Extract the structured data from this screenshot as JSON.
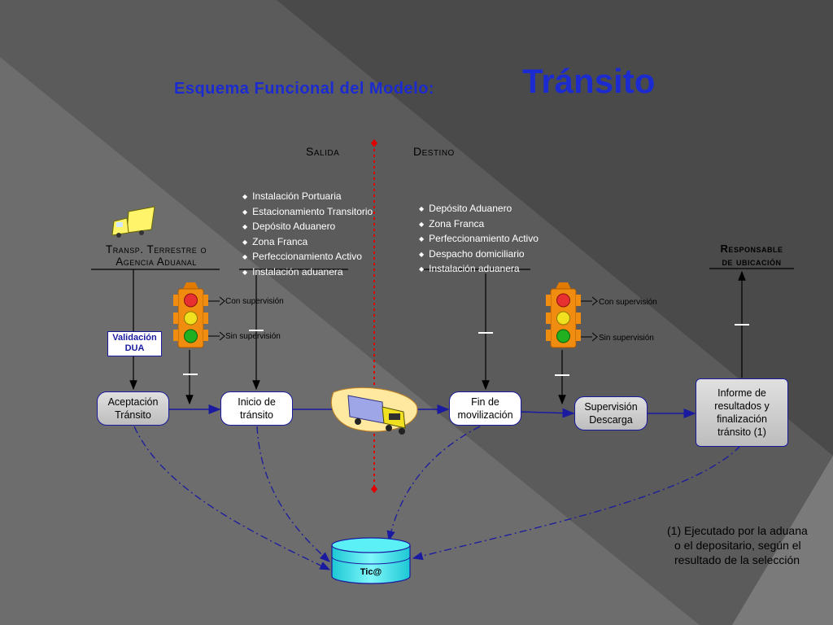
{
  "title": {
    "subtitle": "Esquema Funcional del Modelo:",
    "main": "Tránsito"
  },
  "headers": {
    "salida": "Salida",
    "destino": "Destino",
    "responsable": [
      "Responsable",
      "de ubicación"
    ]
  },
  "origin": {
    "label_lines": [
      "Transp. Terrestre o",
      "Agencia Aduanal"
    ],
    "truck_icon": "small-truck-icon"
  },
  "salida_list": [
    "Instalación Portuaria",
    "Estacionamiento Transitorio",
    "Depósito Aduanero",
    "Zona Franca",
    "Perfeccionamiento Activo",
    "Instalación aduanera"
  ],
  "destino_list": [
    "Depósito Aduanero",
    "Zona Franca",
    "Perfeccionamiento Activo",
    "Despacho domiciliario",
    "Instalación aduanera"
  ],
  "semaphore_labels": {
    "con": "Con supervisión",
    "sin": "Sin supervisión"
  },
  "validation_badge": [
    "Validación",
    "DUA"
  ],
  "nodes": {
    "aceptacion": [
      "Aceptación",
      "Tránsito"
    ],
    "inicio": [
      "Inicio de",
      "tránsito"
    ],
    "fin": [
      "Fin de",
      "movilización"
    ],
    "supervision": [
      "Supervisión",
      "Descarga"
    ],
    "informe": [
      "Informe de",
      "resultados y",
      "finalización",
      "tránsito (1)"
    ]
  },
  "database": {
    "label": "Tic@"
  },
  "footnote": [
    "(1) Ejecutado por la aduana",
    "o el depositario, según el",
    "resultado de la selección"
  ],
  "colors": {
    "background": "#4a4a4a",
    "title": "#1b2bd0",
    "arrow": "#1a1aa0",
    "divider": "#e00000",
    "database": "#26e0e8"
  }
}
